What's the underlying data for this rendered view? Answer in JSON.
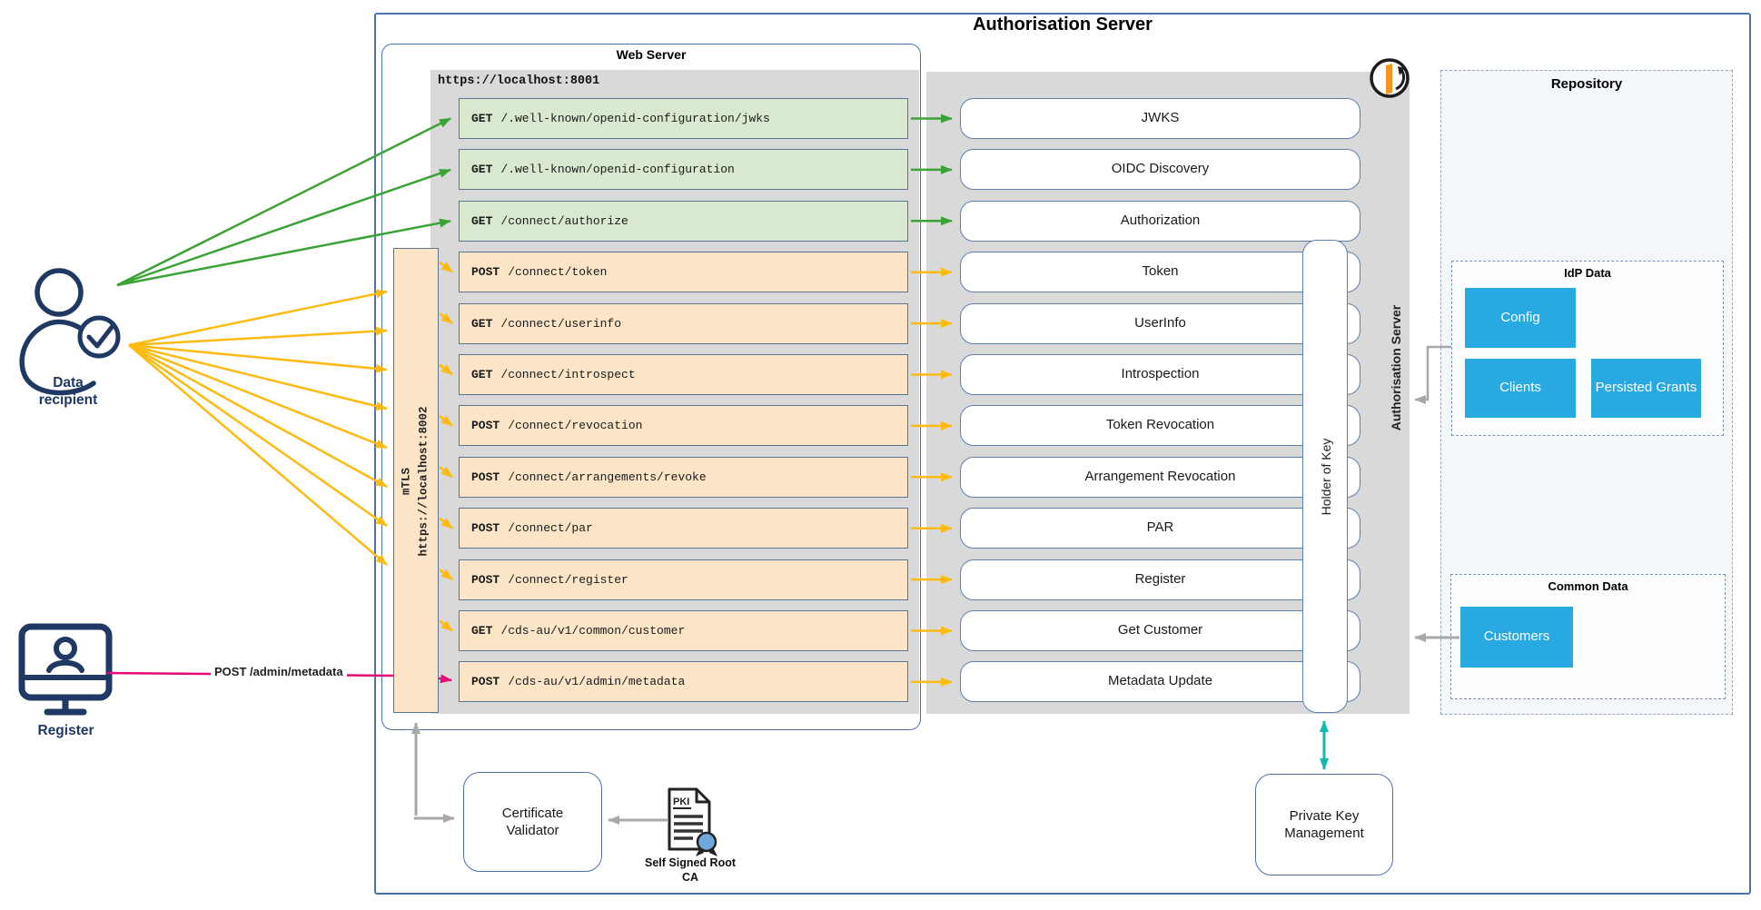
{
  "title": "Authorisation Server",
  "web_server": {
    "label": "Web Server",
    "base_url": "https://localhost:8001",
    "mtls_label": "mTLS",
    "mtls_url": "https://localhost:8002"
  },
  "endpoints": [
    {
      "method": "GET",
      "path": "/.well-known/openid-configuration/jwks",
      "access": "public",
      "handler": "JWKS"
    },
    {
      "method": "GET",
      "path": "/.well-known/openid-configuration",
      "access": "public",
      "handler": "OIDC Discovery"
    },
    {
      "method": "GET",
      "path": "/connect/authorize",
      "access": "public",
      "handler": "Authorization"
    },
    {
      "method": "POST",
      "path": "/connect/token",
      "access": "mtls",
      "handler": "Token"
    },
    {
      "method": "GET",
      "path": "/connect/userinfo",
      "access": "mtls",
      "handler": "UserInfo"
    },
    {
      "method": "GET",
      "path": "/connect/introspect",
      "access": "mtls",
      "handler": "Introspection"
    },
    {
      "method": "POST",
      "path": "/connect/revocation",
      "access": "mtls",
      "handler": "Token Revocation"
    },
    {
      "method": "POST",
      "path": "/connect/arrangements/revoke",
      "access": "mtls",
      "handler": "Arrangement Revocation"
    },
    {
      "method": "POST",
      "path": "/connect/par",
      "access": "mtls",
      "handler": "PAR"
    },
    {
      "method": "POST",
      "path": "/connect/register",
      "access": "mtls",
      "handler": "Register"
    },
    {
      "method": "GET",
      "path": "/cds-au/v1/common/customer",
      "access": "mtls",
      "handler": "Get Customer"
    },
    {
      "method": "POST",
      "path": "/cds-au/v1/admin/metadata",
      "access": "admin",
      "handler": "Metadata Update"
    }
  ],
  "holder_of_key_label": "Holder of Key",
  "server_side_label": "Authorisation Server",
  "repository": {
    "label": "Repository",
    "groups": [
      {
        "label": "IdP Data",
        "items": [
          "Config",
          "Clients",
          "Persisted Grants"
        ]
      },
      {
        "label": "Common Data",
        "items": [
          "Customers"
        ]
      }
    ]
  },
  "actors": {
    "data_recipient": "Data recipient",
    "register": "Register",
    "register_call": "POST /admin/metadata"
  },
  "bottom": {
    "certificate_validator": "Certificate Validator",
    "root_ca_doc": "PKI",
    "root_ca": "Self Signed Root CA",
    "private_key_management": "Private Key Management"
  },
  "colors": {
    "frame": "#4b72ad",
    "row_border": "#5c7493",
    "box_border": "#5f7fa9",
    "panel_gray": "#d9d9d9",
    "row_green": "#d8e9d0",
    "row_orange": "#fce5c7",
    "arrow_green": "#3aa336",
    "arrow_yellow": "#fdbb11",
    "arrow_pink": "#e30b76",
    "arrow_gray": "#a8a8a8",
    "arrow_teal": "#13b9ae",
    "blue_box": "#29a9e1",
    "navy": "#1f3864",
    "repo_bg": "#f3f7fb",
    "repo_inner_bg": "#fbfdff",
    "dash_gray": "#9aa6b2",
    "dash_blue": "#7a93c4",
    "logo_orange": "#f7941e",
    "seal_blue": "#6fa8dc"
  }
}
